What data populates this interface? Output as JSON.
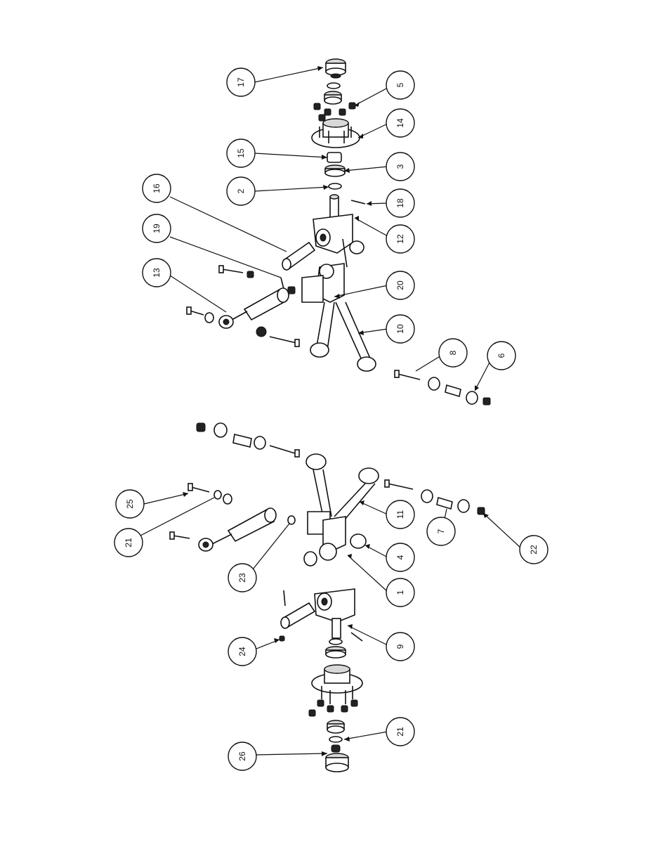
{
  "colors": {
    "ink": "#111111",
    "paper": "#ffffff",
    "shade": "#d8d8d8"
  },
  "callouts": [
    {
      "id": "c17",
      "label": "17"
    },
    {
      "id": "c5",
      "label": "5"
    },
    {
      "id": "c14",
      "label": "14"
    },
    {
      "id": "c15",
      "label": "15"
    },
    {
      "id": "c3",
      "label": "3"
    },
    {
      "id": "c2",
      "label": "2"
    },
    {
      "id": "c18",
      "label": "18"
    },
    {
      "id": "c16",
      "label": "16"
    },
    {
      "id": "c12",
      "label": "12"
    },
    {
      "id": "c19",
      "label": "19"
    },
    {
      "id": "c13",
      "label": "13"
    },
    {
      "id": "c20",
      "label": "20"
    },
    {
      "id": "c10",
      "label": "10"
    },
    {
      "id": "c8",
      "label": "8"
    },
    {
      "id": "c6",
      "label": "6"
    },
    {
      "id": "c25",
      "label": "25"
    },
    {
      "id": "c11",
      "label": "11"
    },
    {
      "id": "c7",
      "label": "7"
    },
    {
      "id": "c22",
      "label": "22"
    },
    {
      "id": "c21a",
      "label": "21"
    },
    {
      "id": "c4",
      "label": "4"
    },
    {
      "id": "c23",
      "label": "23"
    },
    {
      "id": "c1",
      "label": "1"
    },
    {
      "id": "c9",
      "label": "9"
    },
    {
      "id": "c24",
      "label": "24"
    },
    {
      "id": "c21b",
      "label": "21"
    },
    {
      "id": "c26",
      "label": "26"
    }
  ]
}
